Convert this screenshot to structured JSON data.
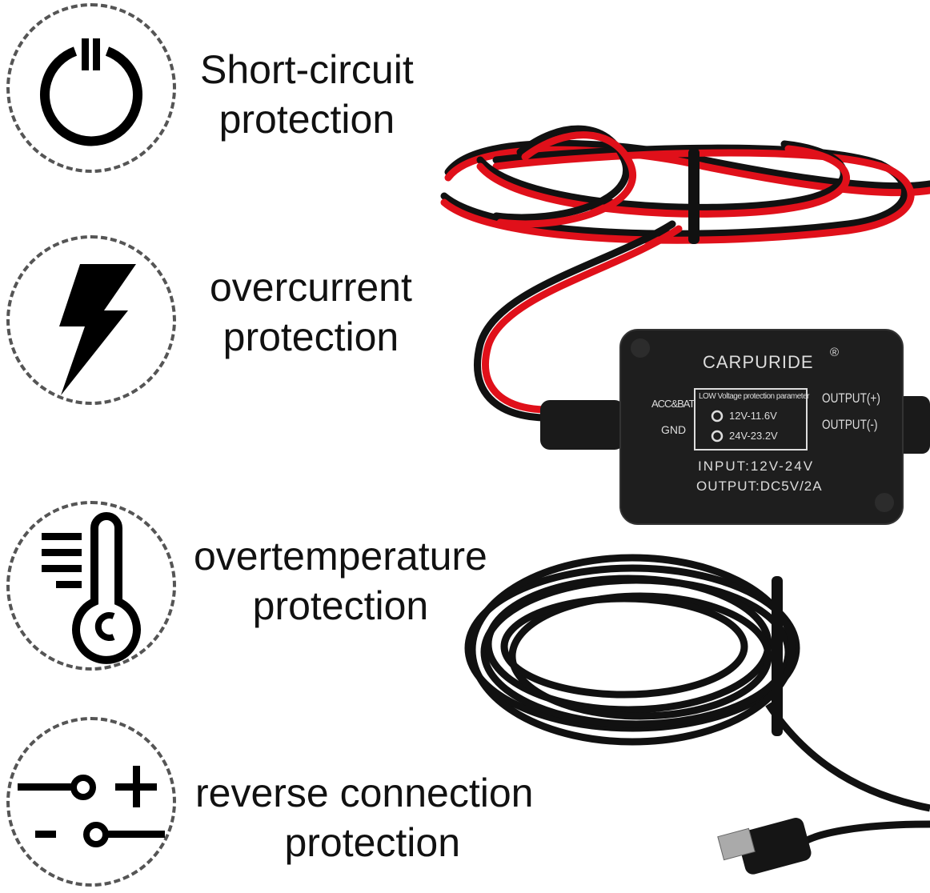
{
  "features": [
    {
      "icon": "power-icon",
      "line1": "Short-circuit",
      "line2": "protection"
    },
    {
      "icon": "lightning-icon",
      "line1": "overcurrent",
      "line2": "protection"
    },
    {
      "icon": "thermometer-icon",
      "line1": "overtemperature",
      "line2": "protection"
    },
    {
      "icon": "polarity-icon",
      "line1": "reverse connection",
      "line2": "protection"
    }
  ],
  "module": {
    "brand": "CARPURIDE",
    "registered": "®",
    "left_labels": [
      "ACC&BAT",
      "GND"
    ],
    "right_labels": [
      "OUTPUT(+)",
      "OUTPUT(-)"
    ],
    "box_title": "LOW Voltage protection parameter",
    "options": [
      "12V-11.6V",
      "24V-23.2V"
    ],
    "input": "INPUT:12V-24V",
    "output": "OUTPUT:DC5V/2A"
  },
  "colors": {
    "wire_red": "#e0101a",
    "wire_black": "#111111",
    "module_body": "#1e1e1e"
  }
}
